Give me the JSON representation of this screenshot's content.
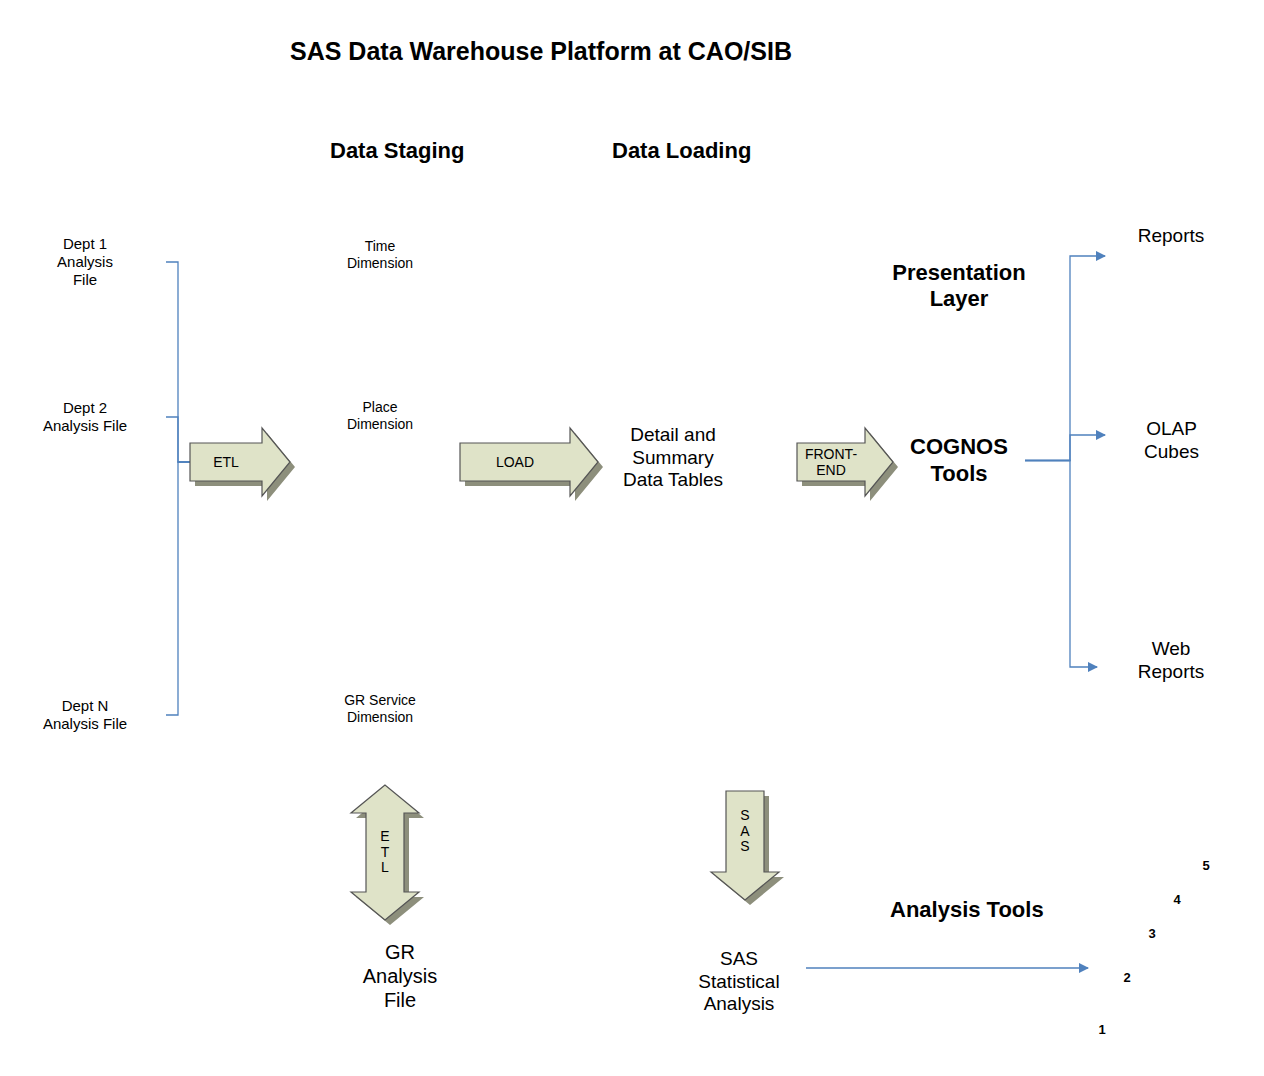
{
  "diagram": {
    "title": "SAS Data Warehouse Platform at CAO/SIB",
    "nodes": [
      {
        "text": [
          "Dept 1 Analysis File"
        ]
      },
      {
        "text": [
          "Dept 2 Analysis File"
        ]
      },
      {
        "text": [
          "Dept N Analysis File"
        ]
      },
      {
        "text": [
          "Data Staging",
          "Data Loading"
        ]
      },
      {
        "text": [
          "Time Dimension"
        ],
        "in": 3
      },
      {
        "text": [
          "Place Dimension"
        ],
        "in": 3
      },
      {
        "text": [
          "GR Service Dimension"
        ],
        "in": 3
      },
      {
        "text": [
          "Detail and Summary Data Tables"
        ],
        "in": 3
      },
      {
        "text": [
          "Presentation Layer",
          "COGNOS Tools"
        ]
      },
      {
        "text": [
          "Reports"
        ]
      },
      {
        "text": [
          "OLAP Cubes"
        ]
      },
      {
        "text": [
          "Web Reports"
        ]
      },
      {
        "text": [
          "GR Analysis File"
        ]
      },
      {
        "text": [
          "SAS Statistical Analysis"
        ]
      },
      {
        "text": [
          "1",
          "2",
          "3",
          "4",
          "5"
        ]
      }
    ],
    "edges": [
      {
        "from": 0,
        "to": 3,
        "arrow": "to"
      },
      {
        "from": 1,
        "to": 3,
        "label": "ETL",
        "arrow": "to"
      },
      {
        "from": 2,
        "to": 3,
        "arrow": "to"
      },
      {
        "from": 5,
        "to": 7,
        "label": "LOAD",
        "arrow": "to"
      },
      {
        "from": 3,
        "to": 8,
        "label": "FRONT-END",
        "arrow": "to"
      },
      {
        "from": 8,
        "to": 9,
        "arrow": "to"
      },
      {
        "from": 8,
        "to": 10,
        "arrow": "to"
      },
      {
        "from": 8,
        "to": 11,
        "arrow": "to"
      },
      {
        "from": 12,
        "to": 3,
        "label": "ETL",
        "arrow": "both"
      },
      {
        "from": 3,
        "to": 13,
        "label": "SAS",
        "arrow": "to"
      },
      {
        "from": 13,
        "to": 14,
        "arrow": "to"
      }
    ],
    "labels": [
      "Analysis Tools"
    ]
  }
}
